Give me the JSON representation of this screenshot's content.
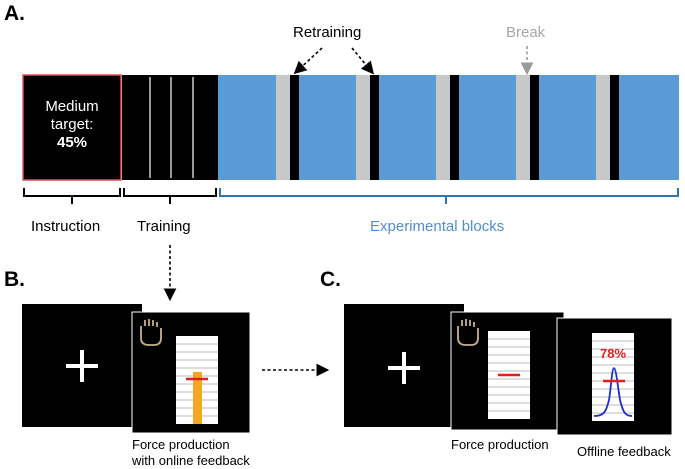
{
  "panel_labels": {
    "a": "A.",
    "b": "B.",
    "c": "C."
  },
  "top_annotations": {
    "retraining": "Retraining",
    "break": "Break"
  },
  "instruction_box": {
    "line1": "Medium",
    "line2": "target:",
    "line3": "45%"
  },
  "bracket_labels": {
    "instruction": "Instruction",
    "training": "Training",
    "experimental": "Experimental blocks"
  },
  "panel_b": {
    "caption_line1": "Force production",
    "caption_line2": "with online feedback"
  },
  "panel_c": {
    "caption_force": "Force production",
    "caption_offline": "Offline feedback",
    "feedback_value": "78%"
  },
  "colors": {
    "experimental_blue": "#5b9bd5",
    "break_gray": "#c8c8c8",
    "instruction_border": "#e05050",
    "feedback_orange": "#f5a623",
    "marker_red": "#e02020",
    "curve_blue": "#1a2fd0"
  }
}
